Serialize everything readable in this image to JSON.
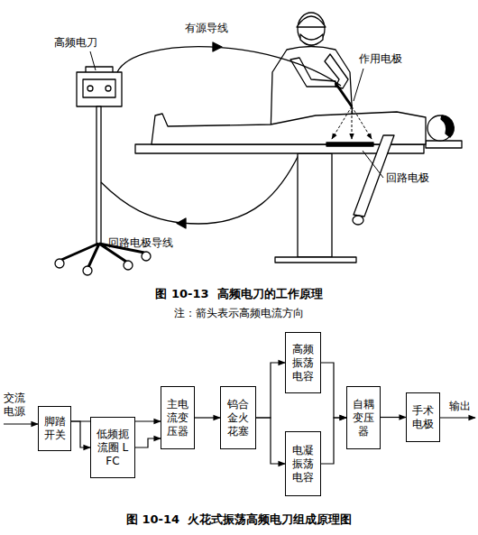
{
  "diagram": {
    "nodes": [
      {
        "text": [
          "脚踏开关"
        ]
      },
      {
        "text": [
          "低频扼流圈 LFC"
        ]
      },
      {
        "text": [
          "主电流变压器"
        ]
      },
      {
        "text": [
          "钨合金火花塞"
        ]
      },
      {
        "text": [
          "高频振荡电容"
        ]
      },
      {
        "text": [
          "电凝振荡电容"
        ]
      },
      {
        "text": [
          "自耦变压器"
        ]
      },
      {
        "text": [
          "手术电极"
        ]
      }
    ],
    "edges": [
      {
        "from": 0,
        "to": 2,
        "arrow": "to"
      },
      {
        "from": 0,
        "to": 1,
        "arrow": "to"
      },
      {
        "from": 1,
        "to": 2,
        "arrow": "to"
      },
      {
        "from": 2,
        "to": 3,
        "arrow": "to"
      },
      {
        "from": 3,
        "to": 4,
        "arrow": "to"
      },
      {
        "from": 3,
        "to": 5,
        "arrow": "to"
      },
      {
        "from": 4,
        "to": 6,
        "arrow": "to"
      },
      {
        "from": 5,
        "to": 6,
        "arrow": "to"
      },
      {
        "from": 6,
        "to": 7,
        "arrow": "to"
      }
    ],
    "labels": [
      "高频电刀",
      "有源导线",
      "作用电极",
      "回路电极",
      "回路电极导线",
      "图 10-13  高频电刀的工作原理",
      "注：箭头表示高频电流方向",
      "交流电源",
      "输出",
      "图 10-14  火花式振荡高频电刀组成原理图"
    ]
  }
}
